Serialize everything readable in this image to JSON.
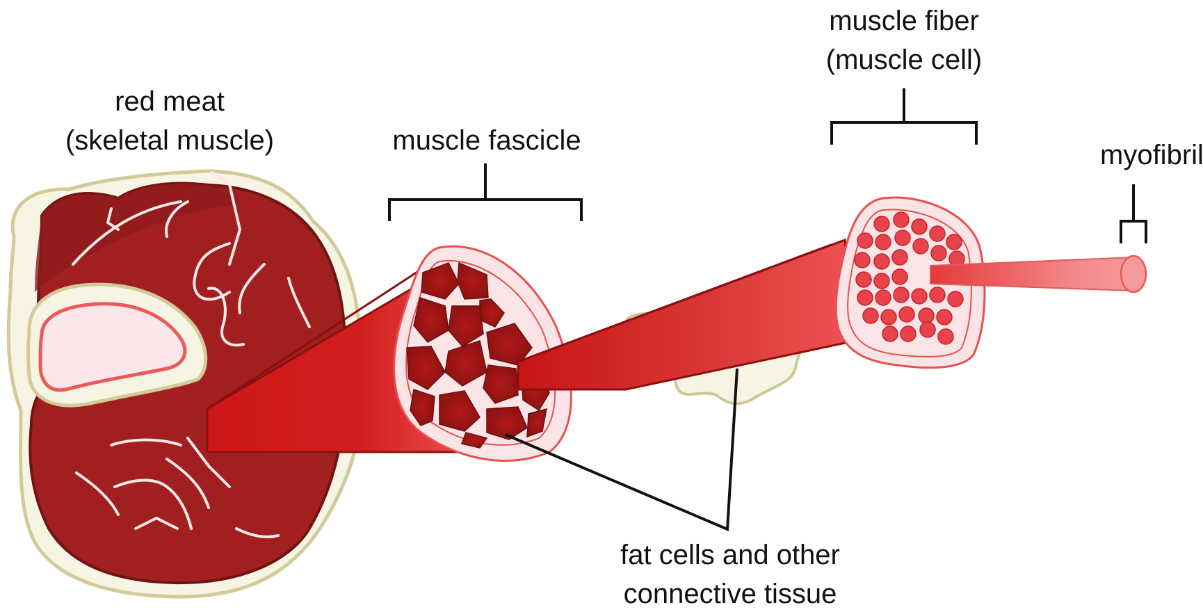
{
  "labels": {
    "red_meat": {
      "line1": "red meat",
      "line2": "(skeletal muscle)"
    },
    "fascicle": "muscle fascicle",
    "fiber": {
      "line1": "muscle fiber",
      "line2": "(muscle cell)"
    },
    "myofibril": "myofibril",
    "fat": {
      "line1": "fat cells and other",
      "line2": "connective tissue"
    }
  },
  "colors": {
    "meat_dark": "#8f1c1c",
    "meat_main": "#a5201f",
    "muscle_red": "#cc1e1e",
    "muscle_light": "#ef5b5b",
    "fiber_dot": "#e63e48",
    "fat": "#f5f4e3",
    "fat_outline": "#cfc695",
    "pale_pink": "#fbe4e6",
    "line": "#111111"
  }
}
